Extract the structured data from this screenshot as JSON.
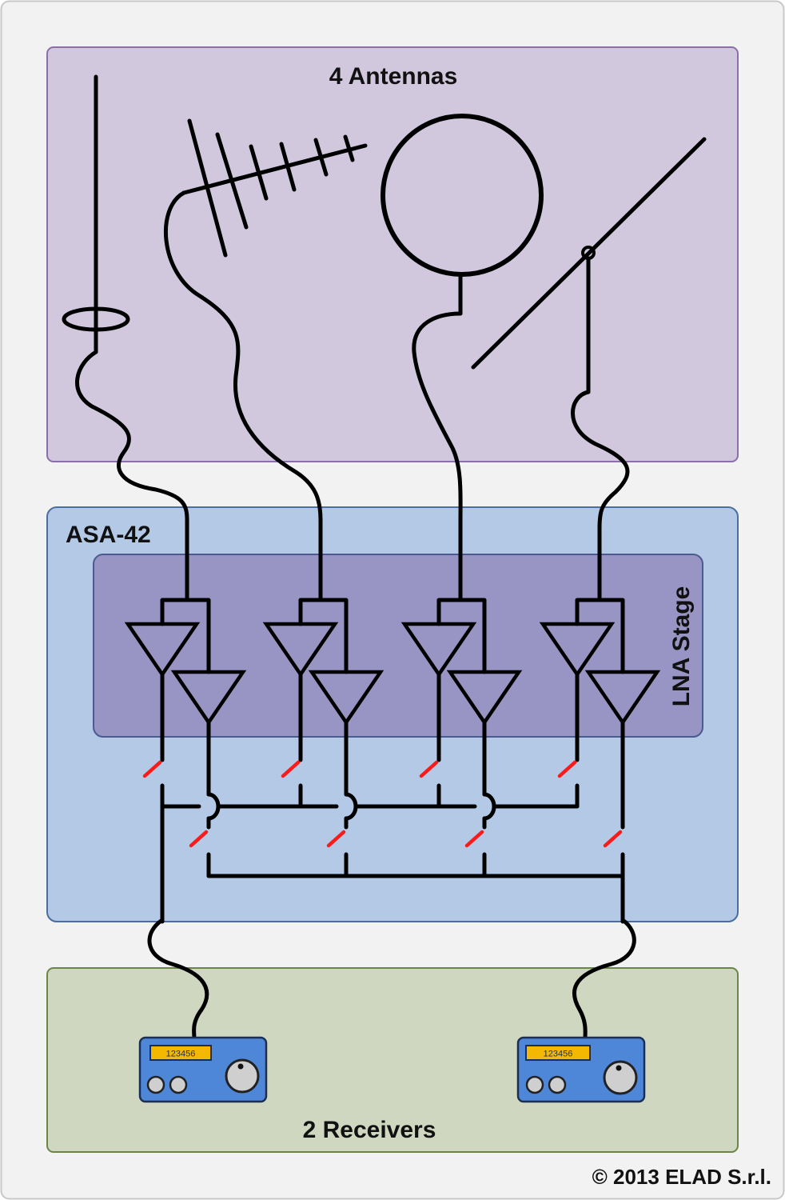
{
  "diagram": {
    "sections": {
      "antennas": {
        "label": "4 Antennas"
      },
      "asa": {
        "label": "ASA-42"
      },
      "lna": {
        "label": "LNA Stage"
      },
      "receivers": {
        "label": "2 Receivers"
      }
    },
    "receiver_display": "123456",
    "copyright": "© 2013 ELAD S.r.l.",
    "colors": {
      "antennas_bg": "#d1c8dd",
      "antennas_border": "#8a6faa",
      "asa_bg": "#b3c9e6",
      "asa_border": "#4c6e9e",
      "lna_bg": "#9894c3",
      "lna_border": "#4d5a8e",
      "receivers_bg": "#cfd7c0",
      "receivers_border": "#6b8448",
      "receiver_body": "#4f87d8",
      "receiver_display": "#f5b800",
      "switch": "#ff1a1a"
    }
  }
}
